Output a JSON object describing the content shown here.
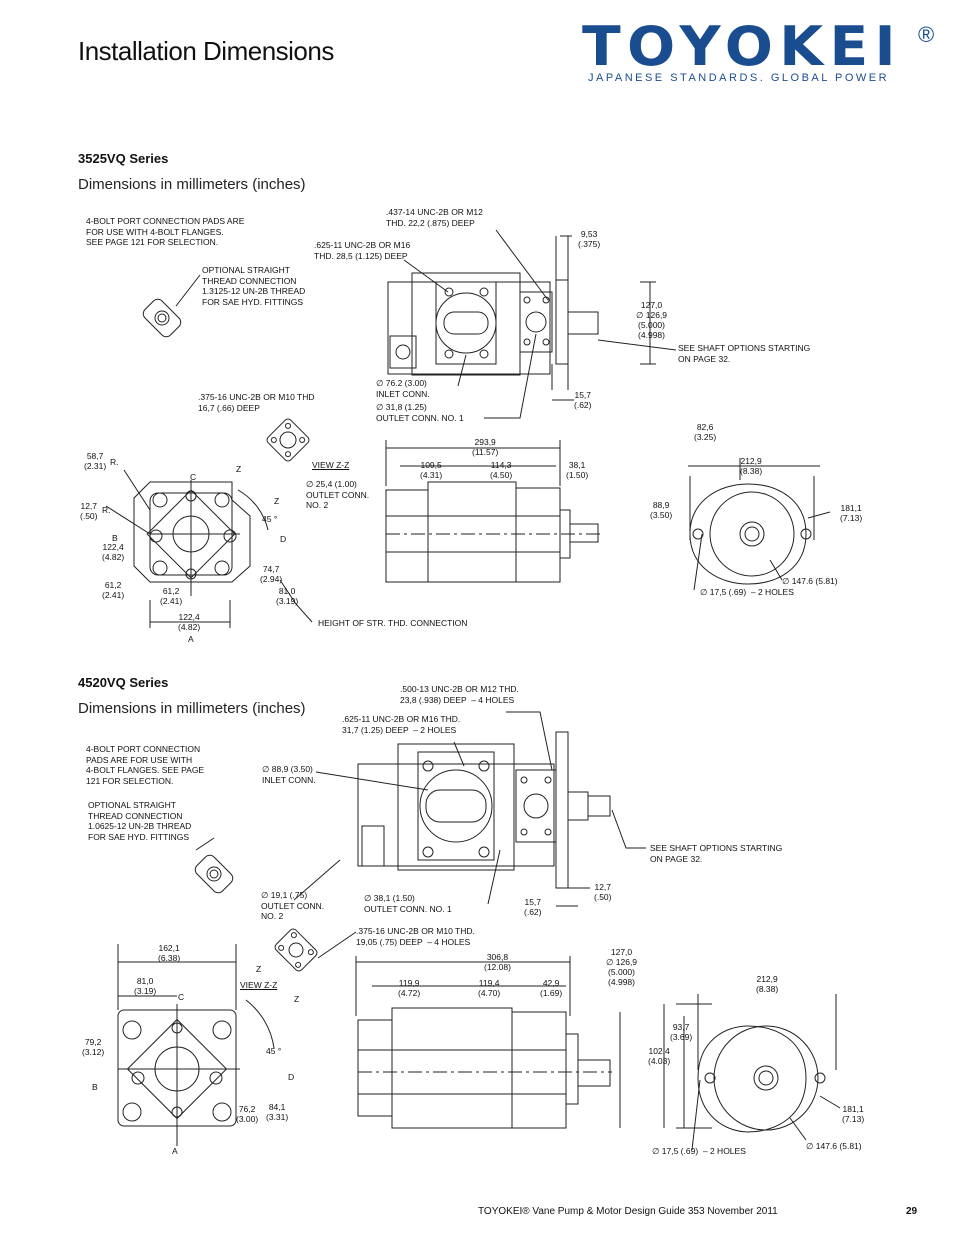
{
  "header": {
    "title": "Installation Dimensions",
    "logo": {
      "word": "TOYOKEI",
      "reg": "®",
      "tagline": "JAPANESE STANDARDS. GLOBAL POWER"
    }
  },
  "section1": {
    "series": "3525VQ Series",
    "units": "Dimensions in millimeters (inches)",
    "notes": {
      "four_bolt": "4-BOLT PORT CONNECTION PADS ARE\nFOR USE WITH 4-BOLT FLANGES.\nSEE PAGE 121 FOR SELECTION.",
      "straight": "OPTIONAL STRAIGHT\nTHREAD CONNECTION\n1.3125-12 UN-2B THREAD\nFOR SAE HYD. FITTINGS",
      "unc437": ".437-14 UNC-2B OR M12\nTHD. 22,2 (.875) DEEP",
      "unc625": ".625-11 UNC-2B OR M16\nTHD. 28,5 (1.125) DEEP",
      "unc375": ".375-16 UNC-2B OR M10 THD\n16,7 (.66) DEEP",
      "shaft": "SEE SHAFT OPTIONS STARTING\nON PAGE 32.",
      "inlet": "∅ 76.2 (3.00)\nINLET CONN.",
      "outlet1": "∅ 31,8 (1.25)\nOUTLET CONN. NO. 1",
      "outlet2": "∅ 25,4 (1.00)\nOUTLET CONN.\nNO. 2",
      "viewzz": "VIEW Z-Z",
      "height": "HEIGHT OF STR. THD. CONNECTION",
      "holes": "∅ 17,5 (.69)  – 2 HOLES",
      "bc": "∅ 147.6 (5.81)"
    },
    "dims": {
      "d953": "9,53\n(.375)",
      "d127": "127,0\n∅ 126,9\n(5.000)\n(4.998)",
      "d157": "15,7\n(.62)",
      "d2939": "293,9\n(11.57)",
      "d1095": "109,5\n(4.31)",
      "d1143": "114,3\n(4.50)",
      "d381": "38,1\n(1.50)",
      "d826": "82,6\n(3.25)",
      "d2129": "212,9\n(8.38)",
      "d889": "88,9\n(3.50)",
      "d1811": "181,1\n(7.13)",
      "d587": "58,7\n(2.31)",
      "d127b": "12,7\n(.50)",
      "d1224": "122,4\n(4.82)",
      "d612": "61,2\n(2.41)",
      "d612b": "61,2\n(2.41)",
      "d1224b": "122,4\n(4.82)",
      "d747": "74,7\n(2.94)",
      "d810": "81,0\n(3.19)"
    },
    "letters": {
      "r1": "R.",
      "r2": "R.",
      "b": "B",
      "c": "C",
      "d": "D",
      "a": "A",
      "z1": "Z",
      "z2": "Z",
      "deg": "45 °"
    }
  },
  "section2": {
    "series": "4520VQ Series",
    "units": "Dimensions in millimeters (inches)",
    "notes": {
      "four_bolt": "4-BOLT PORT CONNECTION\nPADS ARE FOR USE WITH\n4-BOLT FLANGES. SEE PAGE\n121 FOR SELECTION.",
      "straight": "OPTIONAL STRAIGHT\nTHREAD CONNECTION\n1.0625-12 UN-2B THREAD\nFOR SAE HYD. FITTINGS",
      "unc500": ".500-13 UNC-2B OR M12 THD.\n23,8 (.938) DEEP  – 4 HOLES",
      "unc625": ".625-11 UNC-2B OR M16 THD.\n31,7 (1.25) DEEP  – 2 HOLES",
      "inlet": "∅ 88,9 (3.50)\nINLET CONN.",
      "shaft": "SEE SHAFT OPTIONS STARTING\nON PAGE 32.",
      "outlet2": "∅ 19,1 (.75)\nOUTLET CONN.\nNO. 2",
      "outlet1": "∅ 38,1 (1.50)\nOUTLET CONN. NO. 1",
      "unc375": ".375-16 UNC-2B OR M10 THD.\n19,05 (.75) DEEP  – 4 HOLES",
      "viewzz": "VIEW Z-Z",
      "holes": "∅ 17,5 (.69)  – 2 HOLES",
      "bc": "∅ 147.6 (5.81)"
    },
    "dims": {
      "d157": "15,7\n(.62)",
      "d127": "12,7\n(.50)",
      "d1621": "162,1\n(6.38)",
      "d810": "81,0\n(3.19)",
      "d792": "79,2\n(3.12)",
      "d762": "76,2\n(3.00)",
      "d841": "84,1\n(3.31)",
      "d3068": "306,8\n(12.08)",
      "d1199": "119,9\n(4.72)",
      "d1194": "119,4\n(4.70)",
      "d429": "42,9\n(1.69)",
      "d1270": "127,0\n∅ 126,9\n(5.000)\n(4.998)",
      "d2129": "212,9\n(8.38)",
      "d937": "93,7\n(3.69)",
      "d1024": "102,4\n(4.03)",
      "d1811": "181,1\n(7.13)"
    },
    "letters": {
      "b": "B",
      "c": "C",
      "d": "D",
      "a": "A",
      "z1": "Z",
      "z2": "Z",
      "deg": "45 °"
    }
  },
  "footer": {
    "text": "TOYOKEI® Vane Pump & Motor Design Guide  353  November 2011",
    "page": "29"
  }
}
